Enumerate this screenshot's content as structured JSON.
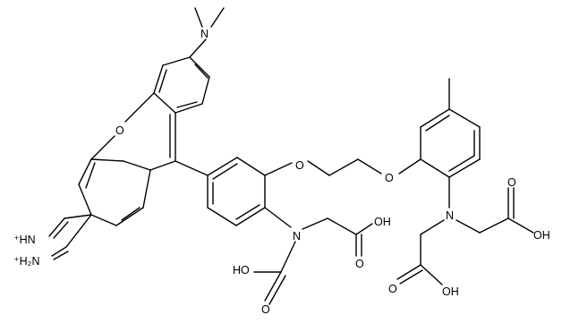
{
  "molecule": {
    "atom_labels": {
      "n_dimethyl": "N",
      "o_xanthene": "O",
      "o_ether_left": "O",
      "o_ether_right": "O",
      "n_left": "N",
      "n_right": "N",
      "iminium_top": "⁺HN",
      "iminium_bottom": "⁺H₂N",
      "oh_left_1": "OH",
      "oh_left_2": "HO",
      "oh_right_1": "OH",
      "oh_right_2": "OH",
      "carbonyl_o_1": "O",
      "carbonyl_o_2": "O",
      "carbonyl_o_3": "O",
      "carbonyl_o_4": "O"
    }
  }
}
